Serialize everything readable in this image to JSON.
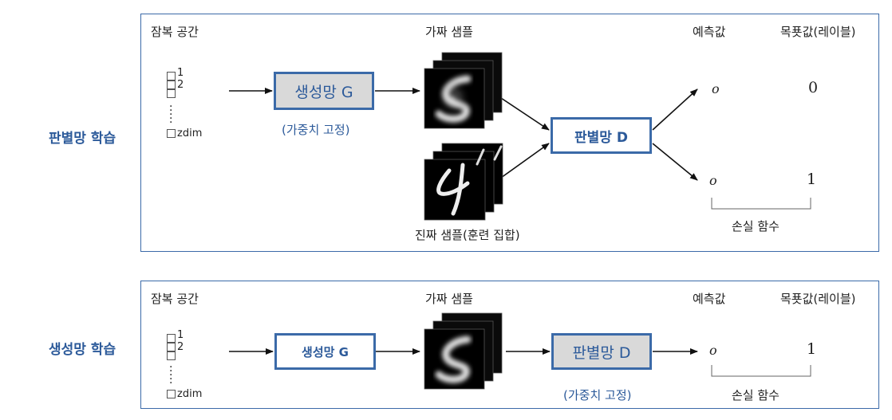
{
  "top": {
    "side_title": "판별망 학습",
    "latent_label": "잠복 공간",
    "fake_label": "가짜 샘플",
    "pred_label": "예측값",
    "target_label": "목푯값(레이블)",
    "latent_idx1": "1",
    "latent_idx2": "2",
    "latent_last": "zdim",
    "generator": "생성망 G",
    "generator_note": "(가중치 고정)",
    "discriminator": "판별망 D",
    "real_label": "진짜 샘플(훈련 집합)",
    "pred_fake": "o",
    "pred_real": "o",
    "target_fake": "0",
    "target_real": "1",
    "loss": "손실 함수"
  },
  "bottom": {
    "side_title": "생성망 학습",
    "latent_label": "잠복 공간",
    "fake_label": "가짜 샘플",
    "pred_label": "예측값",
    "target_label": "목푯값(레이블)",
    "latent_idx1": "1",
    "latent_idx2": "2",
    "latent_last": "zdim",
    "generator": "생성망 G",
    "discriminator": "판별망 D",
    "discriminator_note": "(가중치 고정)",
    "pred": "o",
    "target": "1",
    "loss": "손실 함수"
  },
  "colors": {
    "accent": "#3b6aa8",
    "title": "#2c5a9a",
    "fixed_fill": "#d9d9d9"
  }
}
